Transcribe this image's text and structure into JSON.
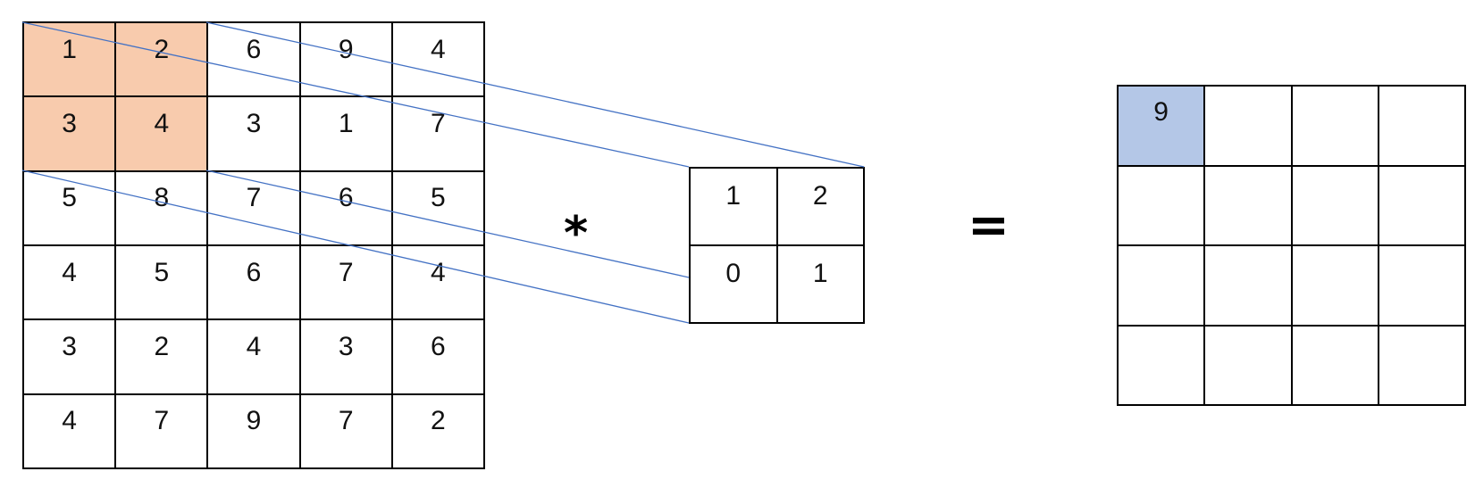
{
  "input_matrix": [
    [
      "1",
      "2",
      "6",
      "9",
      "4"
    ],
    [
      "3",
      "4",
      "3",
      "1",
      "7"
    ],
    [
      "5",
      "8",
      "7",
      "6",
      "5"
    ],
    [
      "4",
      "5",
      "6",
      "7",
      "4"
    ],
    [
      "3",
      "2",
      "4",
      "3",
      "6"
    ],
    [
      "4",
      "7",
      "9",
      "7",
      "2"
    ]
  ],
  "kernel_matrix": [
    [
      "1",
      "2"
    ],
    [
      "0",
      "1"
    ]
  ],
  "output_matrix": [
    [
      "9",
      "",
      "",
      ""
    ],
    [
      "",
      "",
      "",
      ""
    ],
    [
      "",
      "",
      "",
      ""
    ],
    [
      "",
      "",
      "",
      ""
    ]
  ],
  "operators": {
    "convolution": "*",
    "equals": "="
  },
  "colors": {
    "input_highlight": "#f8cbad",
    "output_highlight": "#b4c7e7",
    "projection_line": "#4472c4"
  }
}
